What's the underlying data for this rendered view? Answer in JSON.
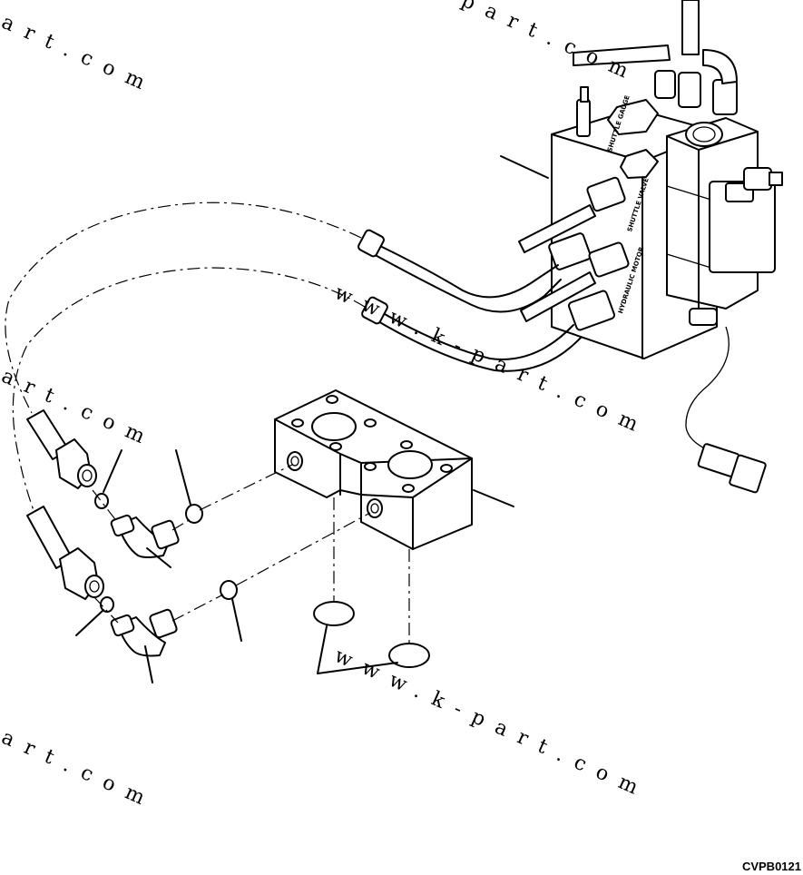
{
  "figure": {
    "code": "CVPB0121"
  },
  "watermarks": [
    "art.com",
    "part.com",
    "art.com",
    "www.k-part.com",
    "art.com",
    "www.k-part.com"
  ],
  "valve_labels": {
    "shuttle_valve": "SHUTTLE VALVE",
    "shuttle_gauge": "SHUTTLE GAUGE",
    "hydraulic_motor": "HYDRAULIC MOTOR"
  }
}
